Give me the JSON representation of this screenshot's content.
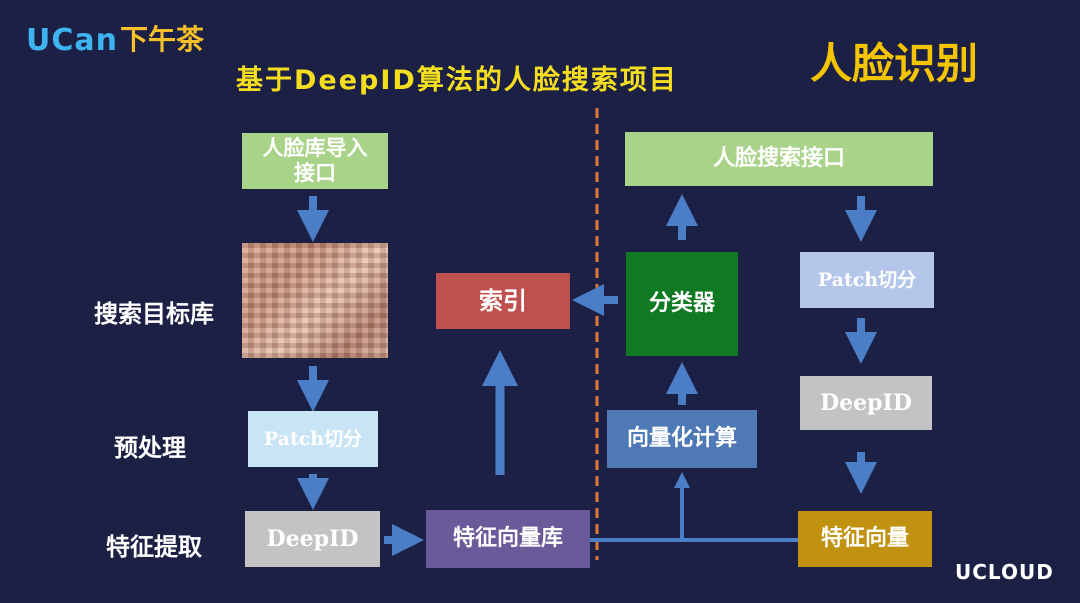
{
  "logo": {
    "ucan": "UCan",
    "cn": "下午茶"
  },
  "title": "基于DeepID算法的人脸搜索项目",
  "corner_title": "人脸识别",
  "labels": {
    "search_target": "搜索目标库",
    "preprocess": "预处理",
    "feature_extract": "特征提取"
  },
  "nodes": {
    "face_import": "人脸库导入接口",
    "patch_left": "Patch切分",
    "deepid_left": "DeepID",
    "feature_db": "特征向量库",
    "index": "索引",
    "vector_calc": "向量化计算",
    "classifier": "分类器",
    "search_api": "人脸搜索接口",
    "patch_right": "Patch切分",
    "deepid_right": "DeepID",
    "feature_vector": "特征向量"
  },
  "brand": "UCLOUD",
  "colors": {
    "background": "#1c2045",
    "green_light": "#a8d389",
    "blue_light": "#c9e4f4",
    "gray": "#c3c3c3",
    "purple": "#6b5a9a",
    "red": "#c0504d",
    "blue_mid": "#4e79b6",
    "green_dark": "#0f7a22",
    "periwinkle": "#b4c7ea",
    "gold": "#c19210",
    "arrow": "#4a7fc8",
    "divider": "#e0773a"
  }
}
